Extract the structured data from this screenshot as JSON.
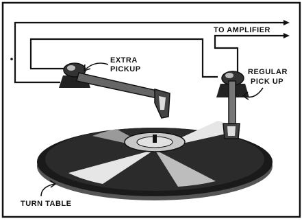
{
  "labels": {
    "to_amplifier": "TO AMPLIFIER",
    "extra_pickup_line1": "EXTRA",
    "extra_pickup_line2": "PICKUP",
    "regular_pickup_line1": "REGULAR",
    "regular_pickup_line2": "PICK UP",
    "turntable": "TURN TABLE"
  }
}
